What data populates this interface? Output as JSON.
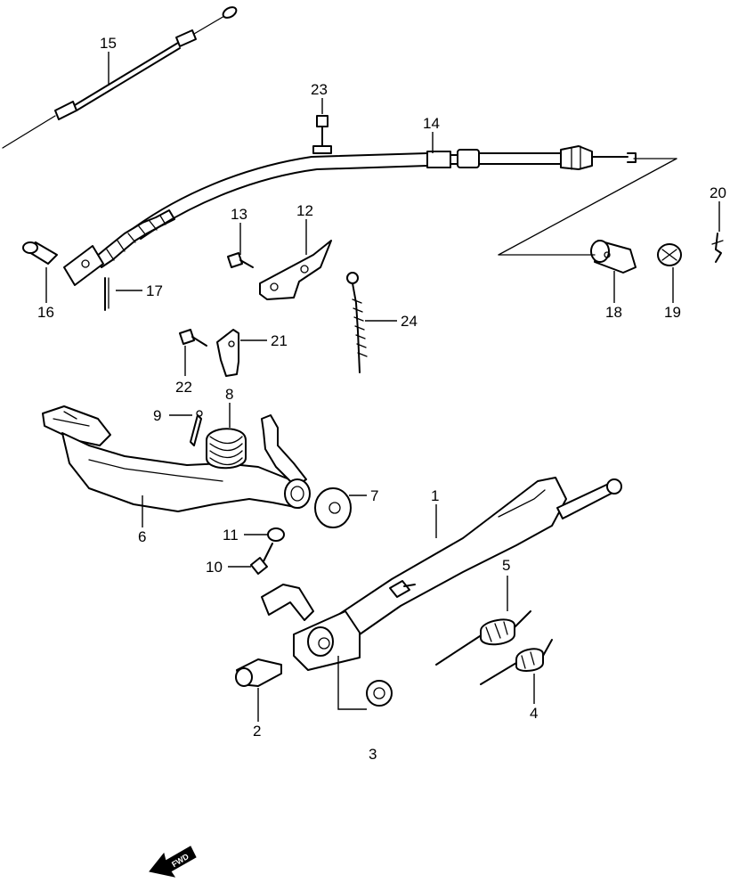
{
  "callouts": {
    "p1": "1",
    "p2": "2",
    "p3": "3",
    "p4": "4",
    "p5": "5",
    "p6": "6",
    "p7": "7",
    "p8": "8",
    "p9": "9",
    "p10": "10",
    "p11": "11",
    "p12": "12",
    "p13": "13",
    "p14": "14",
    "p15": "15",
    "p16": "16",
    "p17": "17",
    "p18": "18",
    "p19": "19",
    "p20": "20",
    "p21": "21",
    "p22": "22",
    "p23": "23",
    "p24": "24"
  },
  "fwd_label": "FWD"
}
